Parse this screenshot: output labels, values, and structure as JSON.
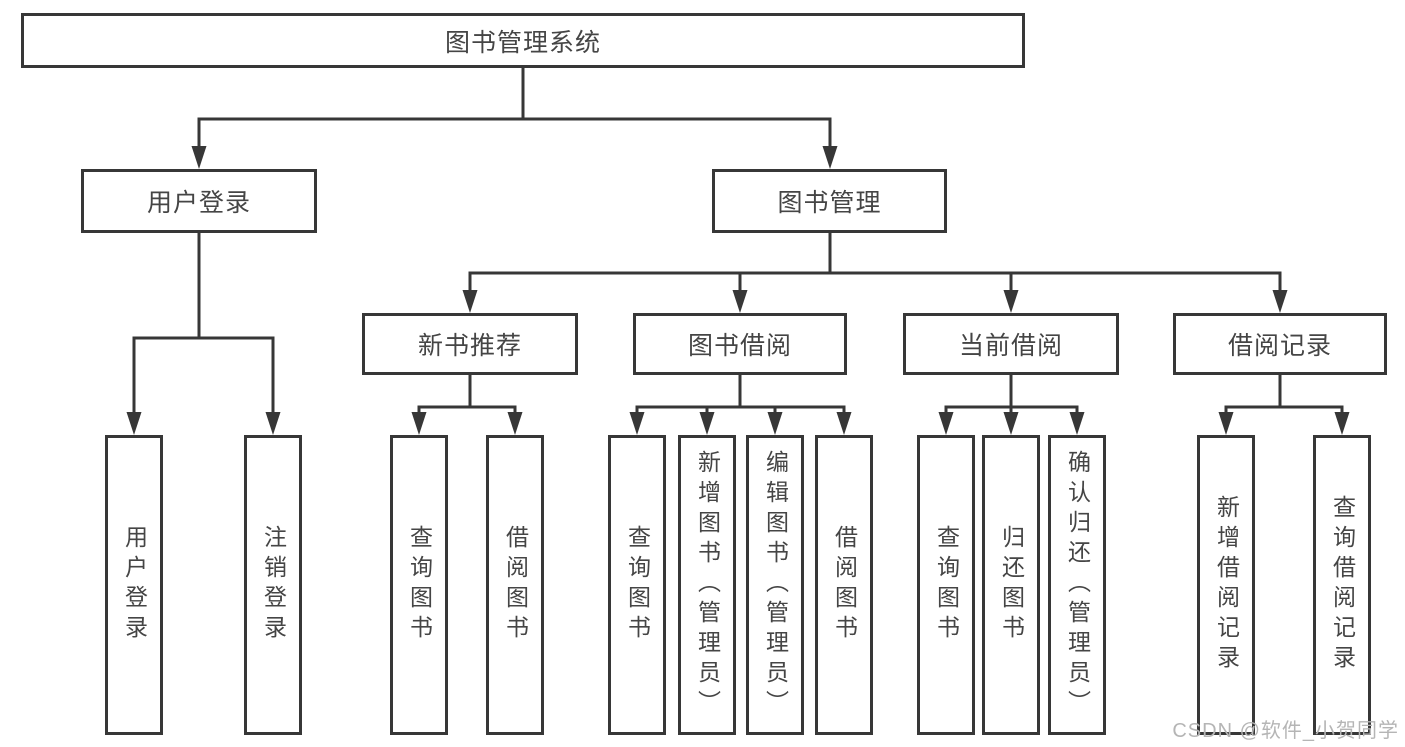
{
  "tree": {
    "root": {
      "label": "图书管理系统"
    },
    "children": [
      {
        "label": "用户登录",
        "children": [
          {
            "label": "用户登录"
          },
          {
            "label": "注销登录"
          }
        ]
      },
      {
        "label": "图书管理",
        "children": [
          {
            "label": "新书推荐",
            "children": [
              {
                "label": "查询图书"
              },
              {
                "label": "借阅图书"
              }
            ]
          },
          {
            "label": "图书借阅",
            "children": [
              {
                "label": "查询图书"
              },
              {
                "label": "新增图书（管理员）"
              },
              {
                "label": "编辑图书（管理员）"
              },
              {
                "label": "借阅图书"
              }
            ]
          },
          {
            "label": "当前借阅",
            "children": [
              {
                "label": "查询图书"
              },
              {
                "label": "归还图书"
              },
              {
                "label": "确认归还（管理员）"
              }
            ]
          },
          {
            "label": "借阅记录",
            "children": [
              {
                "label": "新增借阅记录"
              },
              {
                "label": "查询借阅记录"
              }
            ]
          }
        ]
      }
    ]
  },
  "watermark": "CSDN @软件_小贺同学",
  "colors": {
    "line": "#373737",
    "text": "#454545",
    "watermark": "#b5b5b5",
    "background": "#ffffff"
  }
}
